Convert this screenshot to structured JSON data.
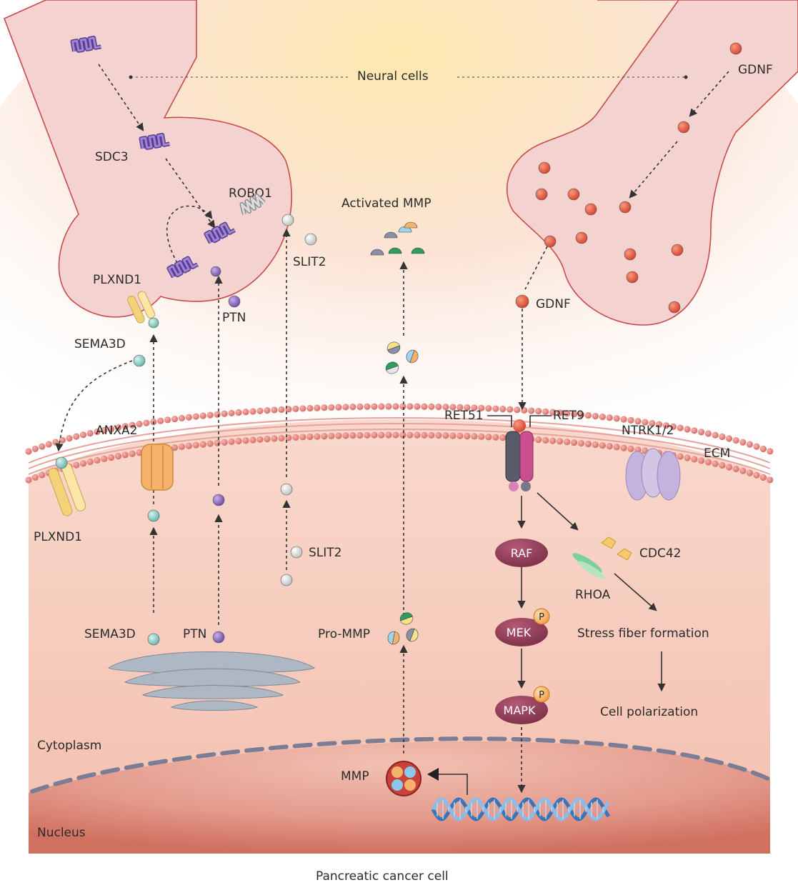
{
  "labels": {
    "neural_cells": "Neural cells",
    "gdnf_top": "GDNF",
    "sdc3": "SDC3",
    "robo1": "ROBO1",
    "slit2_upper": "SLIT2",
    "plxnd1_upper": "PLXND1",
    "ptn_upper": "PTN",
    "sema3d_upper": "SEMA3D",
    "activated_mmp": "Activated MMP",
    "gdnf_mid": "GDNF",
    "ret51": "RET51",
    "ret9": "RET9",
    "ntrk": "NTRK1/2",
    "ecm": "ECM",
    "anxa2": "ANXA2",
    "plxnd1_lower": "PLXND1",
    "slit2_lower": "SLIT2",
    "raf": "RAF",
    "mek": "MEK",
    "mapk": "MAPK",
    "p_mek": "P",
    "p_mapk": "P",
    "cdc42": "CDC42",
    "rhoa": "RHOA",
    "stress_fiber": "Stress fiber formation",
    "cell_polarization": "Cell polarization",
    "sema3d_lower": "SEMA3D",
    "ptn_lower": "PTN",
    "pro_mmp": "Pro-MMP",
    "cytoplasm": "Cytoplasm",
    "mmp": "MMP",
    "nucleus": "Nucleus",
    "caption": "Pancreatic cancer cell"
  },
  "colors": {
    "neuron_fill": "#f4d3d2",
    "neuron_stroke": "#c0504d",
    "membrane_head": "#e8928e",
    "cytoplasm": "#f6c9bb",
    "nucleus": "#d9776c",
    "gdnf": "#e0553f",
    "sdc3": "#8d6fc1",
    "ptn": "#7e5aad",
    "sema3d": "#8dd0c5",
    "slit2": "#e3e3e3",
    "kinase": "#8c3b55",
    "phospho": "#f5a04a",
    "ntrk": "#c4b3dc",
    "plxnd1": "#f3d27a",
    "anxa2": "#f2a35b",
    "dna": "#4a86c7"
  },
  "icons": [
    "neuron-terminal",
    "lipid-bilayer",
    "golgi",
    "dna-helix",
    "receptor"
  ]
}
